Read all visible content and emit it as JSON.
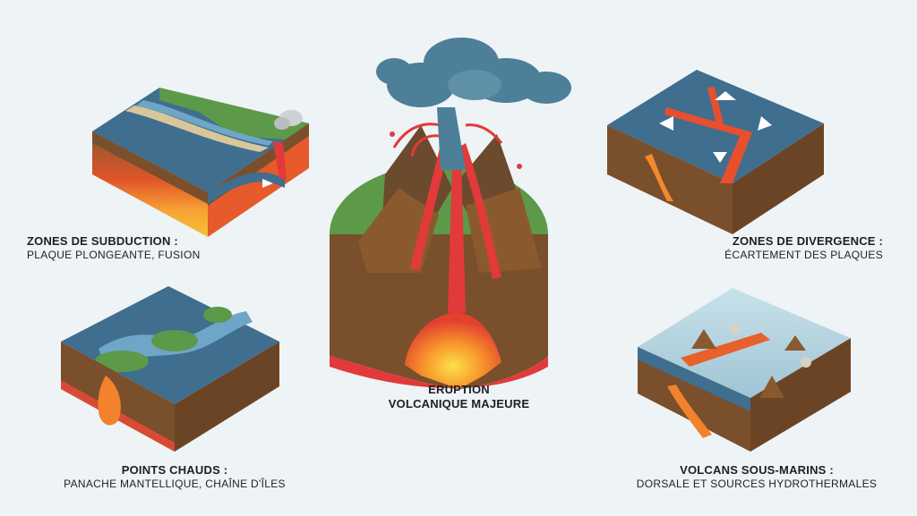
{
  "panels": {
    "subduction": {
      "title": "ZONES DE SUBDUCTION :",
      "subtitle": "PLAQUE PLONGEANTE, FUSION"
    },
    "divergence": {
      "title": "ZONES DE DIVERGENCE :",
      "subtitle": "ÉCARTEMENT DES PLAQUES"
    },
    "hotspot": {
      "title": "POINTS CHAUDS :",
      "subtitle": "PANACHE MANTELLIQUE, CHAÎNE D'ÎLES"
    },
    "submarine": {
      "title": "VOLCANS SOUS-MARINS :",
      "subtitle": "DORSALE ET SOURCES HYDROTHERMALES"
    },
    "eruption": {
      "line1": "ERUPTION",
      "line2": "VOLCANIQUE MAJEURE"
    }
  },
  "colors": {
    "background": "#eef3f6",
    "ocean": "#3f6e8f",
    "land": "#5c9a4a",
    "crust": "#7a4f2c",
    "magma": "#f0642a",
    "lava": "#e23a3a",
    "ash": "#4d7f98"
  }
}
